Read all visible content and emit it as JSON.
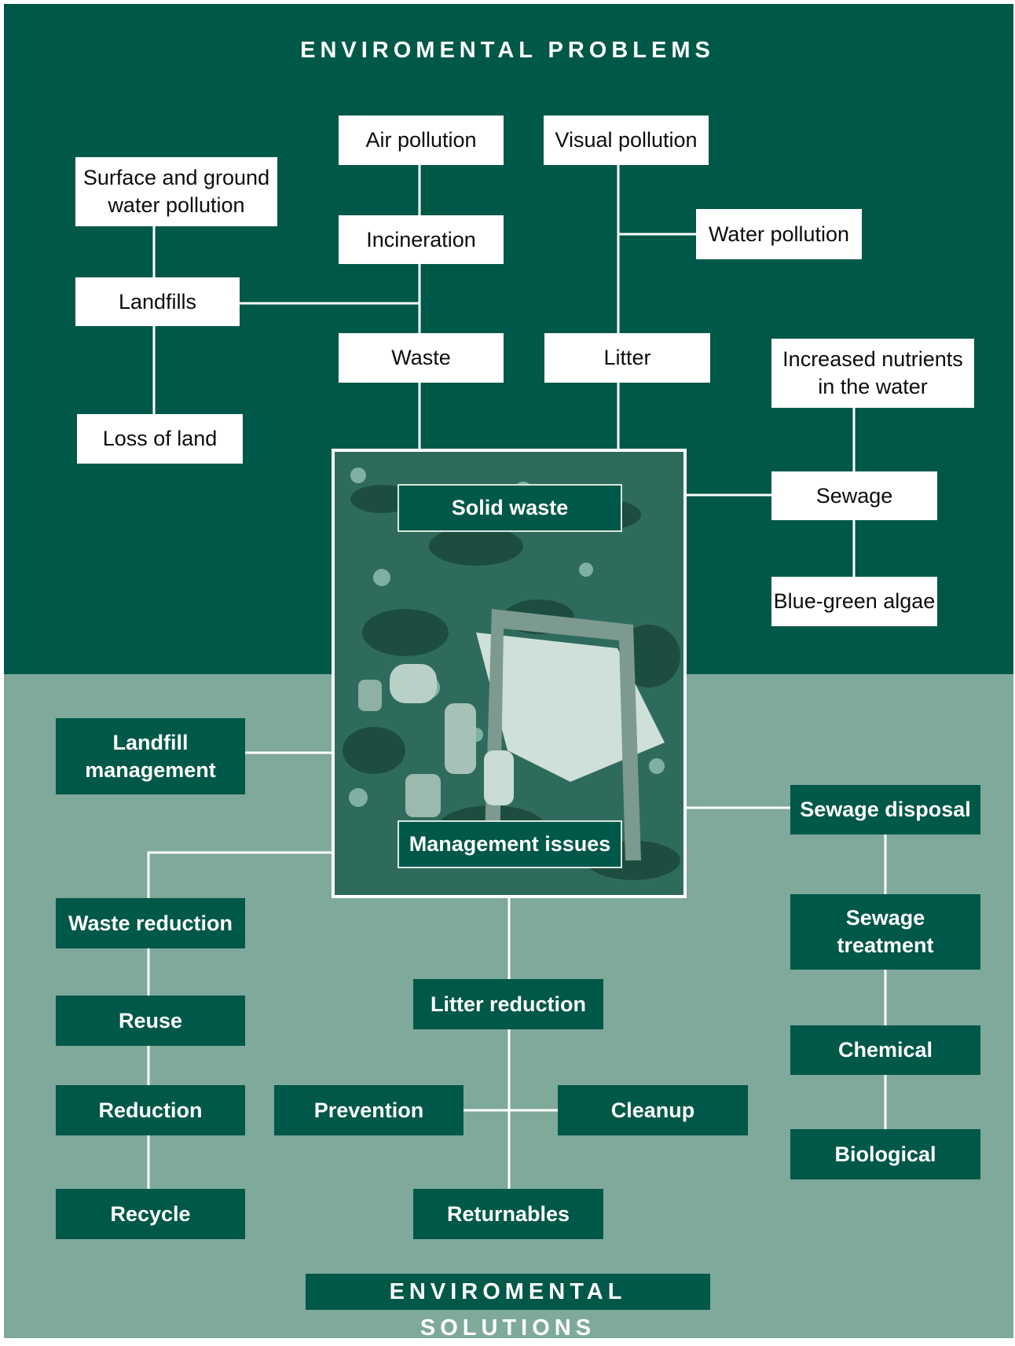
{
  "headings": {
    "problems": "ENVIROMENTAL PROBLEMS",
    "solutions": "ENVIROMENTAL SOLUTIONS"
  },
  "center": {
    "solid_waste": "Solid waste",
    "management_issues": "Management issues"
  },
  "problems": {
    "air_pollution": "Air pollution",
    "visual_pollution": "Visual pollution",
    "surface_ground_water": "Surface and ground\nwater pollution",
    "incineration": "Incineration",
    "water_pollution": "Water pollution",
    "landfills": "Landfills",
    "waste": "Waste",
    "litter": "Litter",
    "increased_nutrients": "Increased nutrients\nin the water",
    "loss_of_land": "Loss of land",
    "sewage": "Sewage",
    "blue_green_algae": "Blue-green algae"
  },
  "solutions": {
    "landfill_management": "Landfill\nmanagement",
    "sewage_disposal": "Sewage disposal",
    "waste_reduction": "Waste reduction",
    "sewage_treatment": "Sewage\ntreatment",
    "litter_reduction": "Litter reduction",
    "reuse": "Reuse",
    "chemical": "Chemical",
    "reduction": "Reduction",
    "prevention": "Prevention",
    "cleanup": "Cleanup",
    "biological": "Biological",
    "recycle": "Recycle",
    "returnables": "Returnables"
  },
  "colors": {
    "dark_green": "#005848",
    "light_green": "#7ea99b",
    "white": "#ffffff"
  }
}
